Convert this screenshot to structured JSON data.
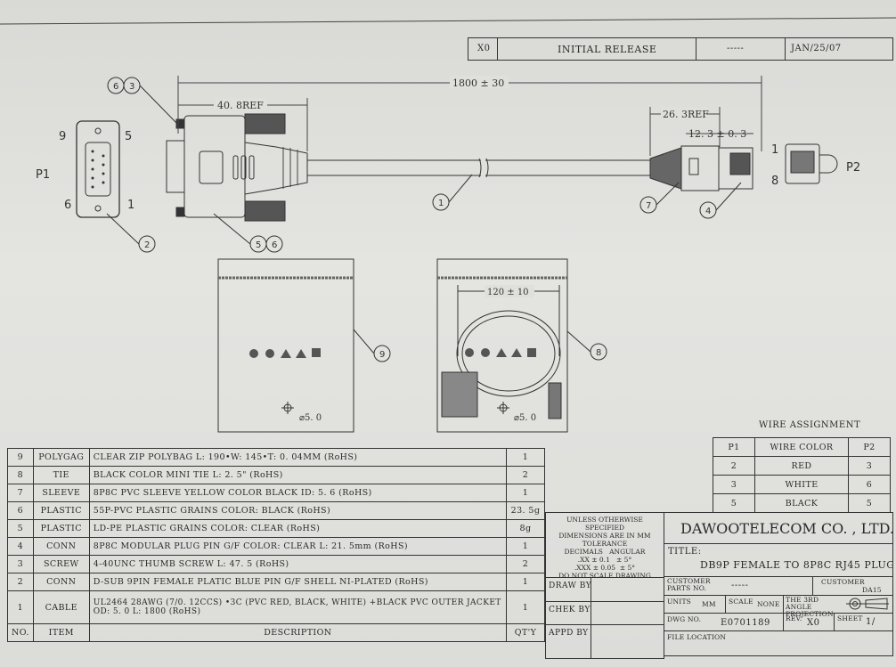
{
  "revision": {
    "rev": "X0",
    "description": "INITIAL RELEASE",
    "by": "-----",
    "date": "JAN/25/07"
  },
  "drawing": {
    "p1_label": "P1",
    "p2_label": "P2",
    "p1_pins": {
      "top_left": "9",
      "top_right": "5",
      "bottom_left": "6",
      "bottom_right": "1"
    },
    "p2_pins": {
      "top": "1",
      "bottom": "8"
    },
    "dim_total": "1800 ± 30",
    "dim_db9": "40. 8REF",
    "dim_rj45": "26. 3REF",
    "dim_plug": "12. 3 ± 0. 3",
    "dim_coil": "120 ± 10",
    "hole_left": "⌀5. 0",
    "hole_right": "⌀5. 0",
    "balloons": [
      "6",
      "3",
      "2",
      "5",
      "6",
      "1",
      "7",
      "4",
      "9",
      "8"
    ]
  },
  "bom": {
    "rows": [
      {
        "no": "9",
        "item": "POLYGAG",
        "desc": "CLEAR ZIP POLYBAG L: 190•W: 145•T: 0. 04MM (RoHS)",
        "qty": "1"
      },
      {
        "no": "8",
        "item": "TIE",
        "desc": "BLACK COLOR MINI TIE L: 2. 5\" (RoHS)",
        "qty": "2"
      },
      {
        "no": "7",
        "item": "SLEEVE",
        "desc": "8P8C PVC SLEEVE YELLOW COLOR BLACK ID: 5. 6 (RoHS)",
        "qty": "1"
      },
      {
        "no": "6",
        "item": "PLASTIC",
        "desc": "55P-PVC PLASTIC GRAINS COLOR: BLACK (RoHS)",
        "qty": "23. 5g"
      },
      {
        "no": "5",
        "item": "PLASTIC",
        "desc": "LD-PE PLASTIC GRAINS COLOR: CLEAR (RoHS)",
        "qty": "8g"
      },
      {
        "no": "4",
        "item": "CONN",
        "desc": "8P8C MODULAR PLUG PIN G/F COLOR: CLEAR L: 21. 5mm (RoHS)",
        "qty": "1"
      },
      {
        "no": "3",
        "item": "SCREW",
        "desc": "4-40UNC THUMB SCREW L: 47. 5 (RoHS)",
        "qty": "2"
      },
      {
        "no": "2",
        "item": "CONN",
        "desc": "D-SUB 9PIN FEMALE PLATIC BLUE PIN G/F SHELL NI-PLATED (RoHS)",
        "qty": "1"
      },
      {
        "no": "1",
        "item": "CABLE",
        "desc": "UL2464 28AWG (7/0. 12CCS) •3C (PVC RED, BLACK, WHITE) +BLACK PVC OUTER JACKET",
        "desc2": "OD: 5. 0 L: 1800 (RoHS)",
        "qty": "1"
      }
    ],
    "header": {
      "no": "NO.",
      "item": "ITEM",
      "desc": "DESCRIPTION",
      "qty": "QT'Y"
    }
  },
  "wire_assignment": {
    "title": "WIRE ASSIGNMENT",
    "headers": [
      "P1",
      "WIRE COLOR",
      "P2"
    ],
    "rows": [
      [
        "2",
        "RED",
        "3"
      ],
      [
        "3",
        "WHITE",
        "6"
      ],
      [
        "5",
        "BLACK",
        "5"
      ]
    ]
  },
  "tolerance": {
    "line1": "UNLESS OTHERWISE SPECIFIED",
    "line2": "DIMENSIONS ARE IN MM",
    "line3": "TOLERANCE",
    "decimals": "DECIMALS",
    "angular": "ANGULAR",
    "xx": ".XX ± 0.1",
    "xx_ang": "± 5°",
    "xxx": ".XXX ± 0.05",
    "xxx_ang": "± 5°",
    "line6": "DO NOT SCALE DRAWING"
  },
  "signoff": {
    "draw": "DRAW BY",
    "chek": "CHEK BY",
    "appd": "APPD BY"
  },
  "title_block": {
    "company": "DAWOOTELECOM CO. , LTD.",
    "title_label": "TITLE:",
    "title": "DB9P FEMALE TO 8P8C RJ45 PLUG",
    "customer_parts_label": "CUSTOMER PARTS NO.",
    "customer_parts": "-----",
    "customer_label": "CUSTOMER",
    "customer": "DA15",
    "units_label": "UNITS",
    "units": "MM",
    "scale_label": "SCALE",
    "scale": "NONE",
    "projection": "THE 3RD ANGLE PROJECTION",
    "dwg_label": "DWG NO.",
    "dwg": "E0701189",
    "rev_label": "REV.",
    "rev": "X0",
    "sheet_label": "SHEET",
    "sheet": "1/",
    "file_label": "FILE LOCATION"
  }
}
